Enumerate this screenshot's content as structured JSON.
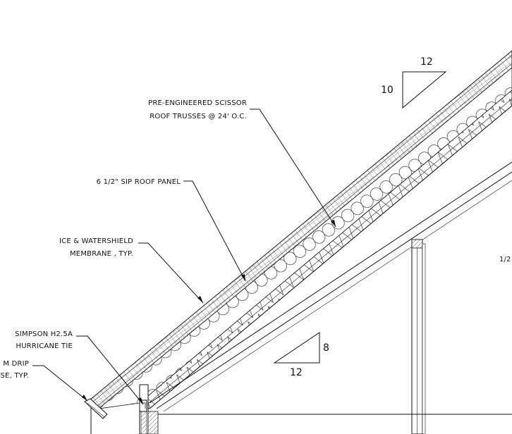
{
  "notes": {
    "trusses_line1": "PRE-ENGINEERED SCISSOR",
    "trusses_line2": "ROOF TRUSSES @ 24' O.C.",
    "sip_panel": "6 1/2\"  SIP ROOF PANEL",
    "membrane_line1": "ICE & WATERSHIELD",
    "membrane_line2": "MEMBRANE , TYP.",
    "tie_line1": "SIMPSON H2.5A",
    "tie_line2": "HURRICANE TIE",
    "drip_line1": "M DRIP",
    "drip_line2": "SE, TYP.",
    "right_partial": "1/2"
  },
  "slopes": {
    "roof_run": "12",
    "roof_rise": "10",
    "ceiling_run": "12",
    "ceiling_rise": "8"
  }
}
